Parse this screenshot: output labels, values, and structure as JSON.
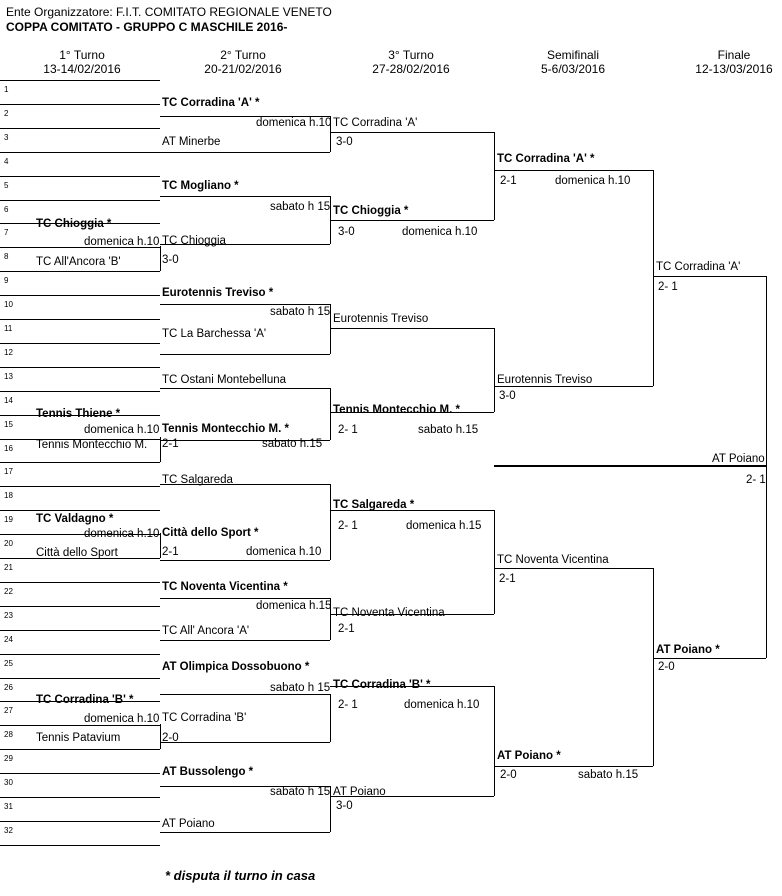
{
  "header": {
    "organizer": "Ente Organizzatore: F.I.T. COMITATO REGIONALE VENETO",
    "title": "COPPA COMITATO - GRUPPO C MASCHILE 2016-"
  },
  "rounds": [
    {
      "name": "1° Turno",
      "dates": "13-14/02/2016"
    },
    {
      "name": "2° Turno",
      "dates": "20-21/02/2016"
    },
    {
      "name": "3° Turno",
      "dates": "27-28/02/2016"
    },
    {
      "name": "Semifinali",
      "dates": "5-6/03/2016"
    },
    {
      "name": "Finale",
      "dates": "12-13/03/2016"
    }
  ],
  "positions": [
    "1",
    "2",
    "3",
    "4",
    "5",
    "6",
    "7",
    "8",
    "9",
    "10",
    "11",
    "12",
    "13",
    "14",
    "15",
    "16",
    "17",
    "18",
    "19",
    "20",
    "21",
    "22",
    "23",
    "24",
    "25",
    "26",
    "27",
    "28",
    "29",
    "30",
    "31",
    "32"
  ],
  "texts": [
    {
      "id": "r1-tc-chioggia",
      "text": "TC Chioggia *",
      "bold": true
    },
    {
      "id": "r1-tc-chioggia-time",
      "text": "domenica h.10"
    },
    {
      "id": "r1-tc-allancora-b",
      "text": "TC All'Ancora 'B'"
    },
    {
      "id": "r1-tennis-thiene",
      "text": "Tennis Thiene *",
      "bold": true
    },
    {
      "id": "r1-tennis-thiene-time",
      "text": "domenica h.10"
    },
    {
      "id": "r1-tennis-montecchio",
      "text": "Tennis Montecchio M."
    },
    {
      "id": "r1-tc-valdagno",
      "text": "TC Valdagno *",
      "bold": true
    },
    {
      "id": "r1-tc-valdagno-time",
      "text": "domenica h.10"
    },
    {
      "id": "r1-citta-sport",
      "text": "Città dello Sport"
    },
    {
      "id": "r1-tc-corradina-b",
      "text": "TC Corradina 'B' *",
      "bold": true
    },
    {
      "id": "r1-tc-corradina-b-time",
      "text": "domenica h.10"
    },
    {
      "id": "r1-tennis-patavium",
      "text": "Tennis Patavium"
    },
    {
      "id": "r2-tc-corradina-a",
      "text": "TC Corradina 'A'  *",
      "bold": true
    },
    {
      "id": "r2-tc-corradina-a-time",
      "text": "domenica h.10"
    },
    {
      "id": "r2-at-minerbe",
      "text": "AT Minerbe"
    },
    {
      "id": "r2-tc-mogliano",
      "text": "TC Mogliano *",
      "bold": true
    },
    {
      "id": "r2-tc-mogliano-time",
      "text": "sabato h 15"
    },
    {
      "id": "r2-tc-chioggia",
      "text": "TC Chioggia"
    },
    {
      "id": "r2-tc-chioggia-score",
      "text": "3-0"
    },
    {
      "id": "r2-eurotennis",
      "text": "Eurotennis Treviso  *",
      "bold": true
    },
    {
      "id": "r2-eurotennis-time",
      "text": "sabato h 15"
    },
    {
      "id": "r2-tc-barchessa",
      "text": "TC La Barchessa 'A'"
    },
    {
      "id": "r2-tc-ostani",
      "text": "TC Ostani Montebelluna"
    },
    {
      "id": "r2-tennis-montecchio",
      "text": "Tennis Montecchio M.  *",
      "bold": true
    },
    {
      "id": "r2-tennis-montecchio-score",
      "text": "2-1"
    },
    {
      "id": "r2-tennis-montecchio-time",
      "text": "sabato h.15"
    },
    {
      "id": "r2-tc-salgareda",
      "text": "TC Salgareda"
    },
    {
      "id": "r2-citta-sport",
      "text": "Città dello Sport *",
      "bold": true
    },
    {
      "id": "r2-citta-sport-score",
      "text": "2-1"
    },
    {
      "id": "r2-citta-sport-time",
      "text": "domenica h.10"
    },
    {
      "id": "r2-tc-noventa",
      "text": "TC Noventa Vicentina *",
      "bold": true
    },
    {
      "id": "r2-tc-noventa-time",
      "text": "domenica h.15"
    },
    {
      "id": "r2-tc-allancora-a",
      "text": "TC All' Ancora 'A'"
    },
    {
      "id": "r2-at-olimpica",
      "text": "AT Olimpica Dossobuono *",
      "bold": true
    },
    {
      "id": "r2-at-olimpica-time",
      "text": "sabato h 15"
    },
    {
      "id": "r2-tc-corradina-b",
      "text": "TC Corradina 'B'"
    },
    {
      "id": "r2-tc-corradina-b-score",
      "text": "2-0"
    },
    {
      "id": "r2-at-bussolengo",
      "text": "AT Bussolengo *",
      "bold": true
    },
    {
      "id": "r2-at-bussolengo-time",
      "text": "sabato h 15"
    },
    {
      "id": "r2-at-poiano",
      "text": "AT Poiano"
    },
    {
      "id": "r3-tc-corradina-a",
      "text": "TC Corradina 'A'"
    },
    {
      "id": "r3-tc-corradina-a-score",
      "text": "3-0"
    },
    {
      "id": "r3-tc-chioggia",
      "text": "TC Chioggia *",
      "bold": true
    },
    {
      "id": "r3-tc-chioggia-score",
      "text": "3-0"
    },
    {
      "id": "r3-tc-chioggia-time",
      "text": "domenica h.10"
    },
    {
      "id": "r3-eurotennis",
      "text": "Eurotennis Treviso"
    },
    {
      "id": "r3-tennis-montecchio",
      "text": "Tennis Montecchio M. *",
      "bold": true
    },
    {
      "id": "r3-tennis-montecchio-score",
      "text": "2- 1"
    },
    {
      "id": "r3-tennis-montecchio-time",
      "text": "sabato h.15"
    },
    {
      "id": "r3-tc-salgareda",
      "text": "TC Salgareda *",
      "bold": true
    },
    {
      "id": "r3-tc-salgareda-score",
      "text": "2- 1"
    },
    {
      "id": "r3-tc-salgareda-time",
      "text": "domenica h.15"
    },
    {
      "id": "r3-tc-noventa",
      "text": "TC Noventa Vicentina"
    },
    {
      "id": "r3-tc-noventa-score",
      "text": "2-1"
    },
    {
      "id": "r3-tc-corradina-b",
      "text": "TC Corradina 'B' *",
      "bold": true
    },
    {
      "id": "r3-tc-corradina-b-score",
      "text": "2- 1"
    },
    {
      "id": "r3-tc-corradina-b-time",
      "text": "domenica h.10"
    },
    {
      "id": "r3-at-poiano",
      "text": "AT Poiano"
    },
    {
      "id": "r3-at-poiano-score",
      "text": "3-0"
    },
    {
      "id": "sf-tc-corradina-a",
      "text": "TC Corradina 'A'  *",
      "bold": true
    },
    {
      "id": "sf-tc-corradina-a-score",
      "text": "2-1"
    },
    {
      "id": "sf-tc-corradina-a-time",
      "text": "domenica h.10"
    },
    {
      "id": "sf-eurotennis",
      "text": "Eurotennis Treviso"
    },
    {
      "id": "sf-eurotennis-score",
      "text": "3-0"
    },
    {
      "id": "sf-tc-noventa",
      "text": "TC Noventa Vicentina"
    },
    {
      "id": "sf-tc-noventa-score",
      "text": "2-1"
    },
    {
      "id": "sf-at-poiano",
      "text": "AT Poiano *",
      "bold": true
    },
    {
      "id": "sf-at-poiano-score",
      "text": "2-0"
    },
    {
      "id": "sf-at-poiano-time",
      "text": "sabato h.15"
    },
    {
      "id": "f-tc-corradina-a",
      "text": "TC Corradina 'A'"
    },
    {
      "id": "f-tc-corradina-a-score",
      "text": "2- 1"
    },
    {
      "id": "f-at-poiano",
      "text": "AT Poiano *",
      "bold": true
    },
    {
      "id": "f-at-poiano-score",
      "text": "2-0"
    },
    {
      "id": "winner-at-poiano",
      "text": "AT Poiano"
    },
    {
      "id": "winner-score",
      "text": "2- 1"
    }
  ],
  "note": "* disputa il turno in casa"
}
